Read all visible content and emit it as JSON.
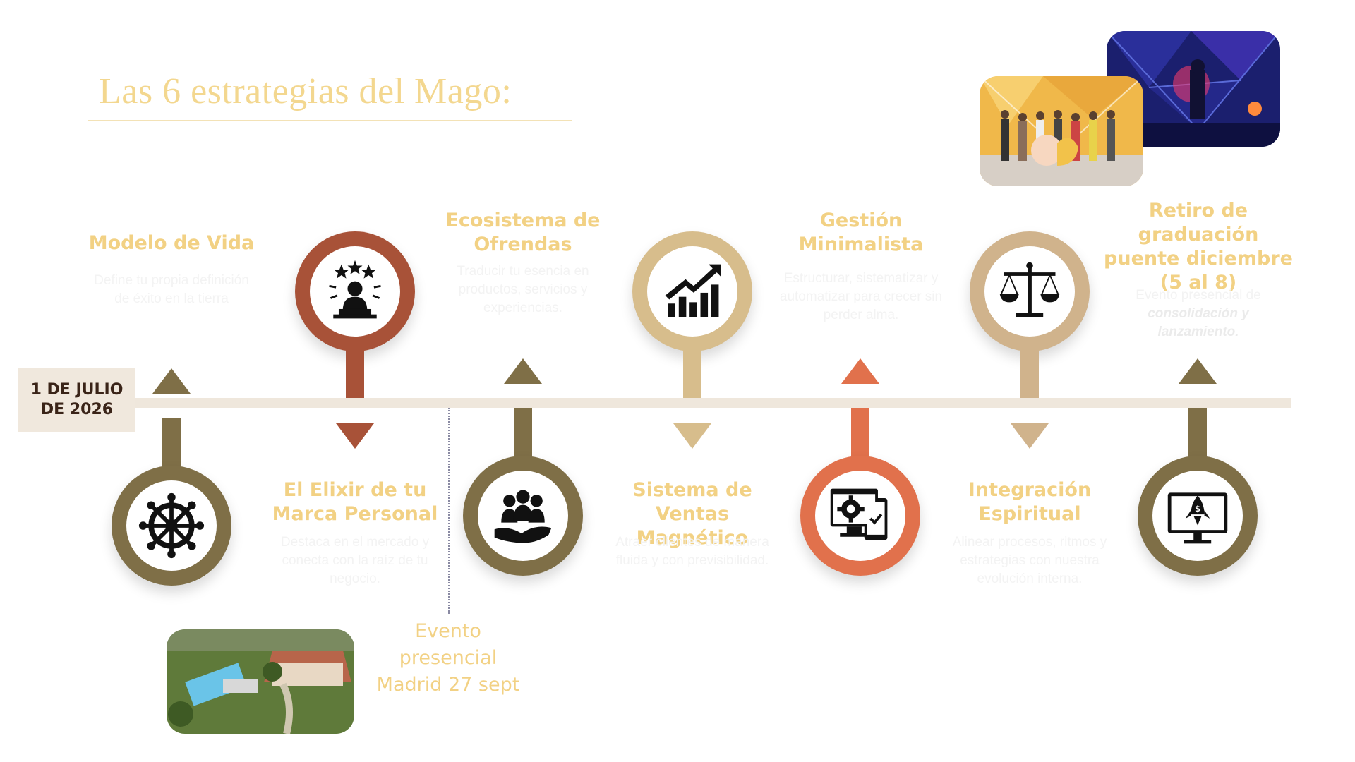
{
  "title": "Las 6 estrategias del Mago:",
  "start_date": "1 DE JULIO DE 2026",
  "colors": {
    "rust": "#a85238",
    "olive": "#7f6f47",
    "tan": "#d7bd8c",
    "orange": "#e1714c",
    "sand": "#d0b38c",
    "title_gold": "#f2d184"
  },
  "milestones": [
    {
      "title": "Modelo de Vida",
      "desc": "Define tu propia definición de éxito en la tierra",
      "icon": "dharma-wheel-icon"
    },
    {
      "title": "El Elixir de tu Marca Personal",
      "desc": "Destaca en el mercado y conecta con la raíz de tu negocio.",
      "icon": "star-person-icon"
    },
    {
      "title": "Ecosistema de Ofrendas",
      "desc": "Traducir tu esencia en productos, servicios y experiencias.",
      "icon": "community-hands-icon"
    },
    {
      "title": "Sistema de Ventas Magnético",
      "desc": "Atraer clientes de manera fluida y con previsibilidad.",
      "icon": "growth-chart-icon"
    },
    {
      "title": "Gestión Minimalista",
      "desc": "Estructurar, sistematizar y automatizar para crecer sin perder alma.",
      "icon": "automation-devices-icon"
    },
    {
      "title": "Integración Espiritual",
      "desc": "Alinear procesos, ritmos y estrategias con nuestra evolución interna.",
      "icon": "balance-scale-icon"
    },
    {
      "title": "Retiro de graduación puente diciembre (5 al 8)",
      "desc_plain": "Evento presencial de",
      "desc_emph": "consolidación y lanzamiento.",
      "icon": "rocket-monitor-icon"
    }
  ],
  "event": {
    "line1": "Evento",
    "line2": "presencial",
    "line3": "Madrid 27 sept"
  }
}
